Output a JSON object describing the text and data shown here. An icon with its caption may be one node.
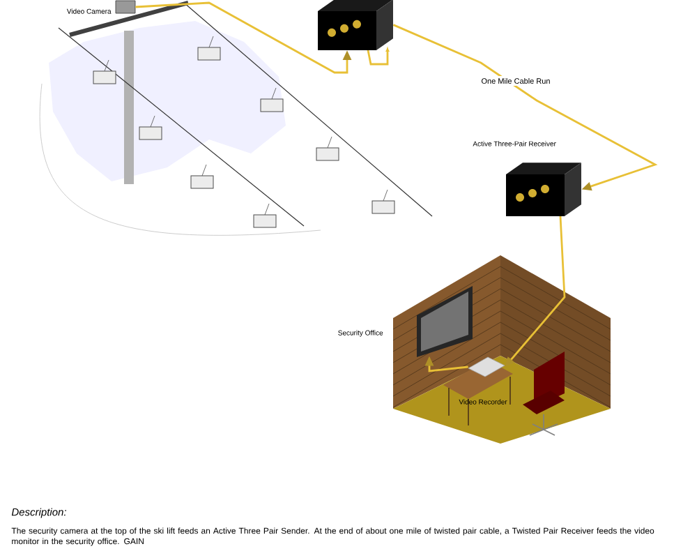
{
  "diagram": {
    "nodes": [
      {
        "text": [],
        "shape": "box",
        "beside": [
          "Video Camera"
        ]
      },
      {
        "text": [],
        "shape": "picture"
      },
      {
        "text": [],
        "shape": "picture",
        "beside": [
          "Active Three-Pair Receiver"
        ]
      },
      {
        "text": [],
        "shape": "picture",
        "beside": [
          "Security Office"
        ]
      },
      {
        "text": [],
        "shape": "picture",
        "beside": [
          "Video Recorder"
        ],
        "in": 3
      },
      {
        "text": [],
        "shape": "picture",
        "in": 3
      }
    ],
    "edges": [
      {
        "from": 0,
        "to": 1,
        "arrow": "to"
      },
      {
        "from": 1,
        "to": 2,
        "arrow": "to",
        "label": "One Mile Cable Run"
      },
      {
        "from": 2,
        "to": 4,
        "arrow": "to"
      },
      {
        "from": 4,
        "to": 5,
        "arrow": "to"
      }
    ],
    "labels": [
      "Description:",
      "The security camera at the top of the ski lift feeds an Active Three Pair Sender. At the end of about one mile of twisted pair cable, a Twisted Pair Receiver feeds the video monitor in the security office. GAIN"
    ]
  }
}
